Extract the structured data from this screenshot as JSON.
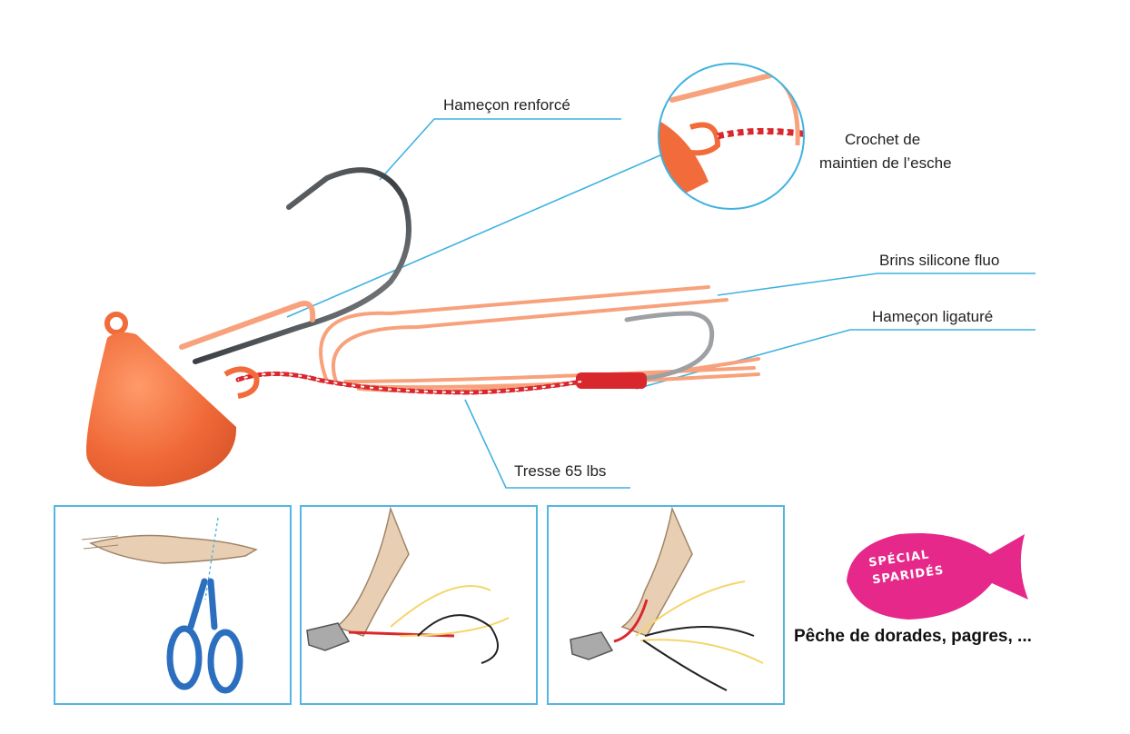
{
  "labels": {
    "hook_reinforced": "Hameçon renforcé",
    "bait_hook_line1": "Crochet de",
    "bait_hook_line2": "maintien de l’esche",
    "silicone_strands": "Brins silicone fluo",
    "tied_hook": "Hameçon ligaturé",
    "braid": "Tresse 65 lbs"
  },
  "badge": {
    "line1": "SPÉCIAL",
    "line2": "SPARIDÉS",
    "color": "#e6288a"
  },
  "tagline": "Pêche de dorades, pagres, ...",
  "colors": {
    "leader_line": "#3fb2e0",
    "panel_border": "#54b6e3",
    "jig_head": "#f26b3a",
    "skirt": "#f7a27c",
    "braid_red": "#d8282e"
  }
}
